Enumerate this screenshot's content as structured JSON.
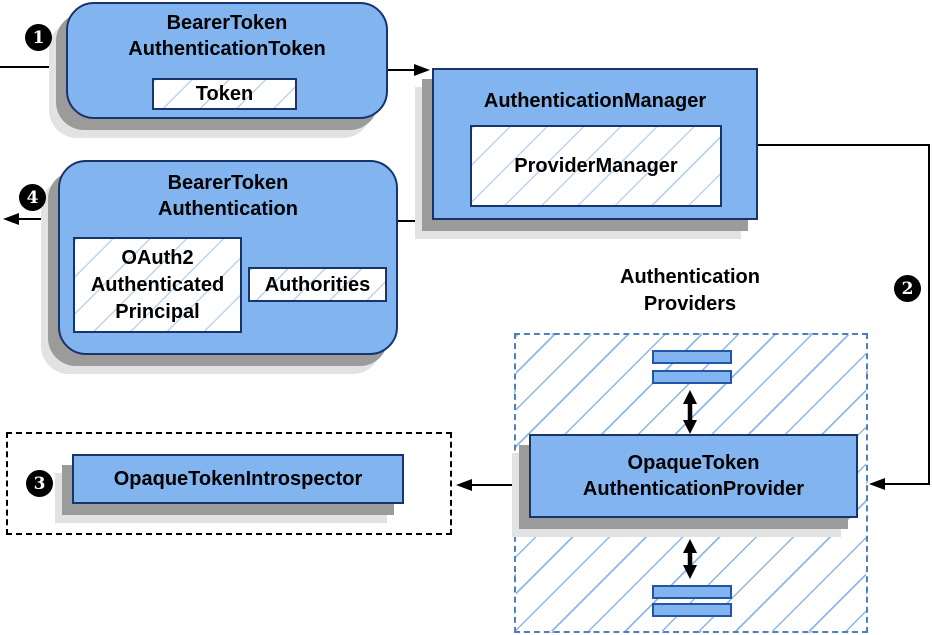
{
  "diagram": {
    "badges": {
      "step1": "1",
      "step2": "2",
      "step3": "3",
      "step4": "4"
    },
    "nodes": {
      "bearer_token_authentication_token": {
        "title": "BearerToken\nAuthenticationToken",
        "token_label": "Token"
      },
      "authentication_manager": {
        "title": "AuthenticationManager",
        "provider_manager_label": "ProviderManager"
      },
      "bearer_token_authentication": {
        "title": "BearerToken\nAuthentication",
        "principal_label": "OAuth2\nAuthenticated\nPrincipal",
        "authorities_label": "Authorities"
      },
      "introspector": {
        "label": "OpaqueTokenIntrospector"
      },
      "providers": {
        "group_label": "Authentication\nProviders",
        "provider_label": "OpaqueToken\nAuthenticationProvider"
      }
    },
    "colors": {
      "node_fill": "#82b5f0",
      "node_border": "#17356b",
      "bar_border": "#2456a8",
      "hatch_line_light": "#b9d3f2",
      "hatch_line_container": "#8cb8e8",
      "providers_dash_border": "#4f7fc0",
      "black_dash_border": "#000000",
      "shadow_dark": "#9b9b9b",
      "shadow_light": "#e2e2e2",
      "connector": "#000000",
      "badge_bg": "#000000",
      "badge_text": "#ffffff",
      "background": "#ffffff"
    }
  }
}
